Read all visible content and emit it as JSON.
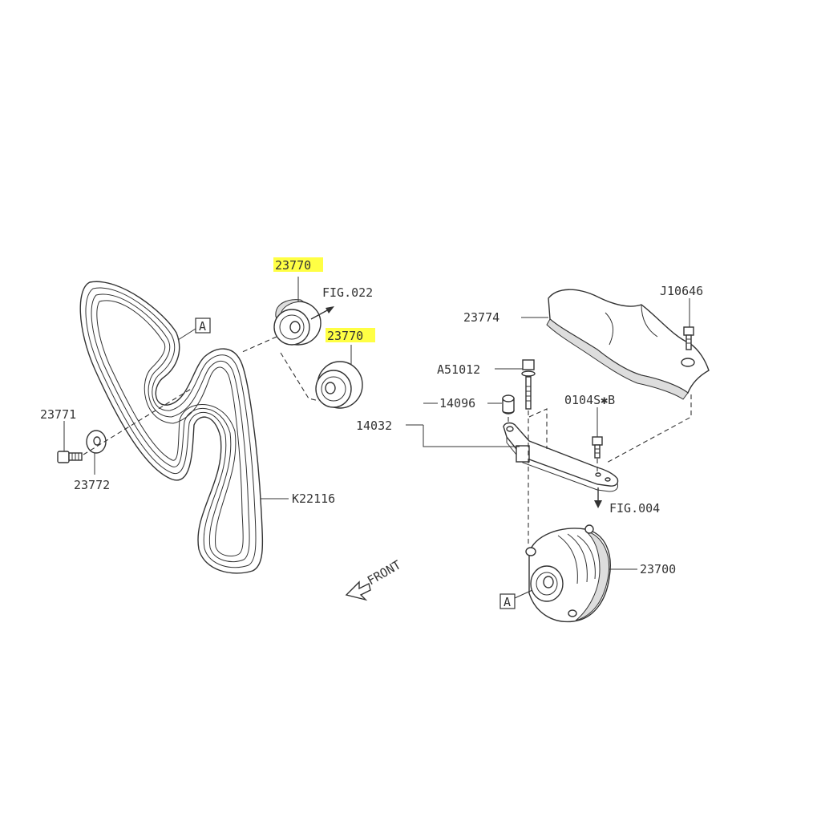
{
  "labels": {
    "p23770_top": "23770",
    "p23770_bottom": "23770",
    "fig022": "FIG.022",
    "j10646": "J10646",
    "p23774": "23774",
    "a51012": "A51012",
    "p14096": "14096",
    "p14032": "14032",
    "p0104sb": "0104S✱B",
    "fig004": "FIG.004",
    "p23771": "23771",
    "p23772": "23772",
    "k22116": "K22116",
    "p23700": "23700",
    "ref_a_top": "A",
    "ref_a_bottom": "A",
    "front": "FRONT"
  },
  "colors": {
    "highlight": "#ffff44",
    "line": "#333333"
  }
}
